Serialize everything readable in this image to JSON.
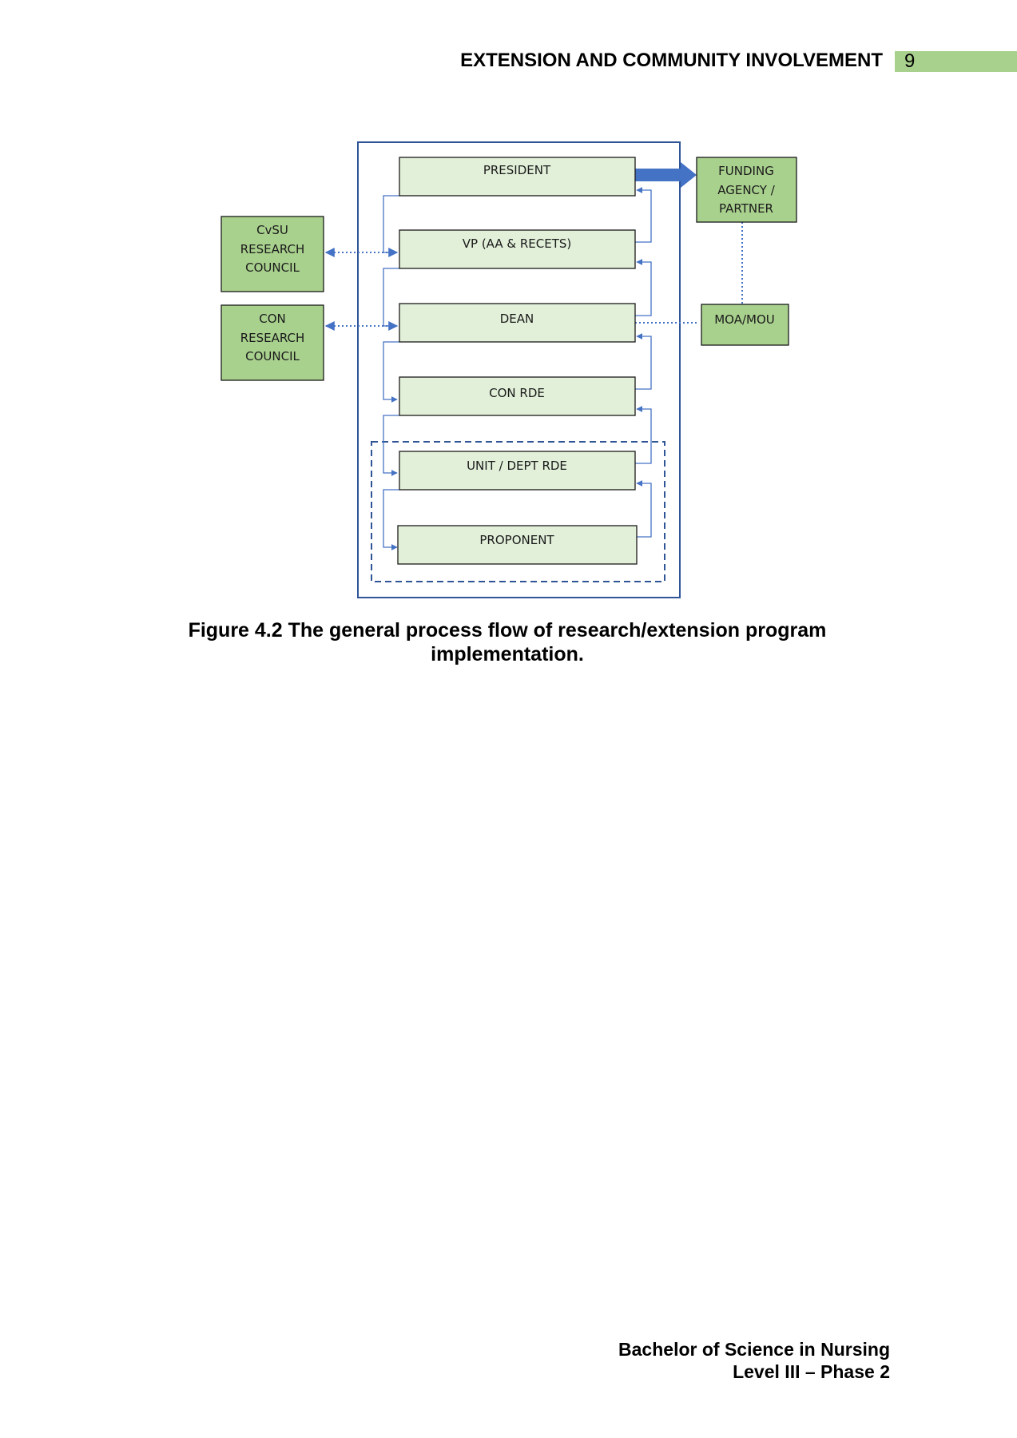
{
  "header": {
    "title": "EXTENSION AND COMMUNITY INVOLVEMENT",
    "page_number": "9",
    "tab_color": "#a9d18e"
  },
  "diagram": {
    "colors": {
      "inner_box_fill": "#e2f0d9",
      "outer_box_fill": "#a9d18e",
      "frame_stroke": "#2f5597",
      "arrow_blue": "#4472c4"
    },
    "chain": [
      {
        "id": "president",
        "label": "PRESIDENT"
      },
      {
        "id": "vp",
        "label": "VP (AA & RECETS)"
      },
      {
        "id": "dean",
        "label": "DEAN"
      },
      {
        "id": "con-rde",
        "label": "CON RDE"
      },
      {
        "id": "unit-dept-rde",
        "label": "UNIT / DEPT RDE"
      },
      {
        "id": "proponent",
        "label": "PROPONENT"
      }
    ],
    "external": {
      "cvsu_council": [
        "CvSU",
        "RESEARCH",
        "COUNCIL"
      ],
      "con_council": [
        "CON",
        "RESEARCH",
        "COUNCIL"
      ],
      "funding": [
        "FUNDING",
        "AGENCY /",
        "PARTNER"
      ],
      "moa": [
        "MOA/MOU"
      ]
    }
  },
  "caption": {
    "line1": "Figure 4.2 The general process flow of research/extension program",
    "line2": "implementation."
  },
  "footer": {
    "line1": "Bachelor of Science in Nursing",
    "line2": "Level III – Phase 2"
  }
}
